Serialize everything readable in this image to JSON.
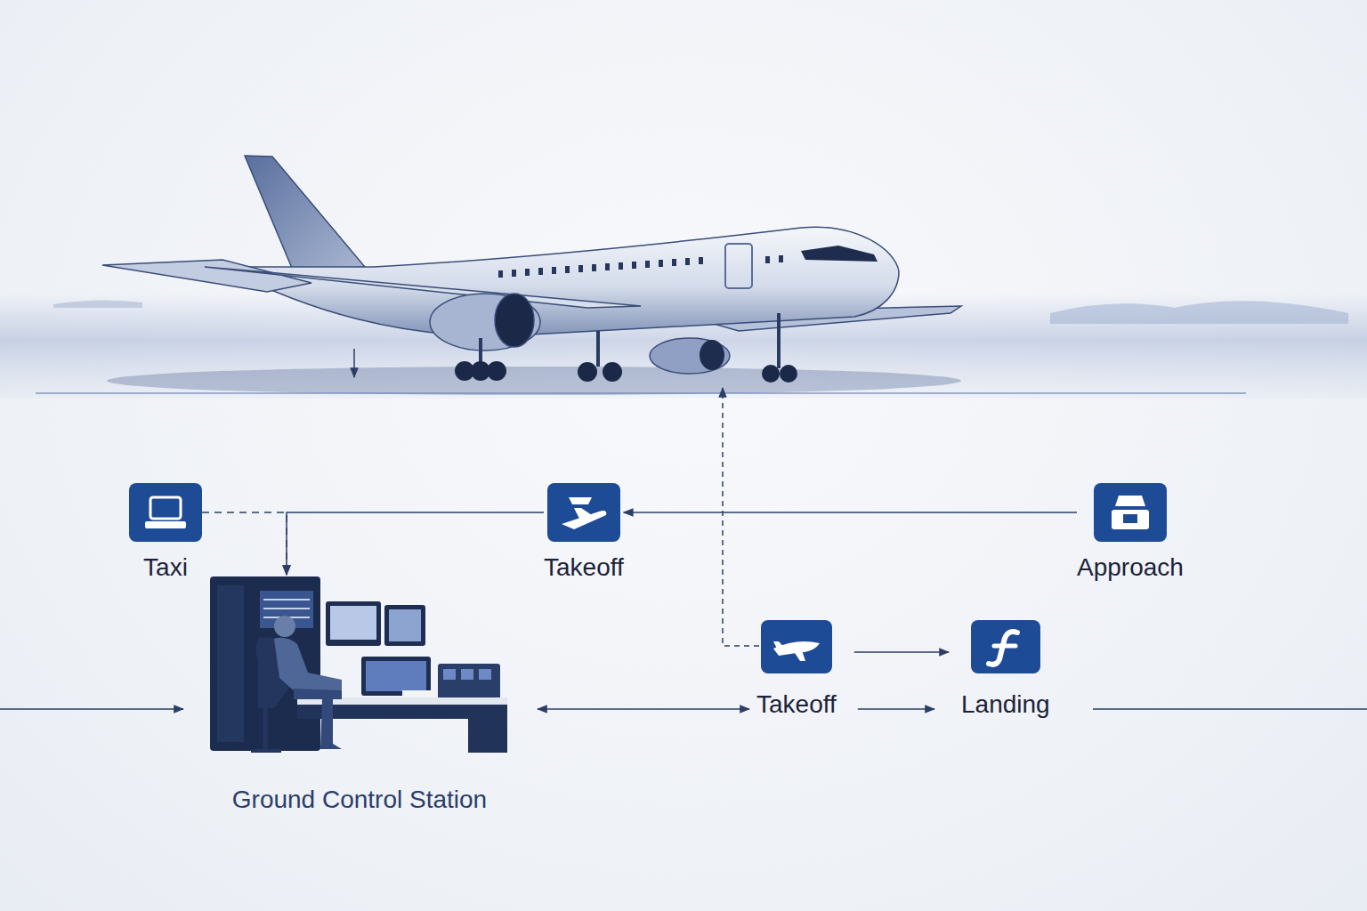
{
  "diagram": {
    "nodes": [
      {
        "text": [
          "Taxi"
        ]
      },
      {
        "text": [
          "Takeoff"
        ]
      },
      {
        "text": [
          "Approach"
        ]
      },
      {
        "text": [
          "Takeoff"
        ]
      },
      {
        "text": [
          "Landing"
        ]
      },
      {
        "text": [
          "Ground Control Station"
        ]
      }
    ],
    "edges": [
      {
        "from": 0,
        "to": 5,
        "arrow": "to"
      },
      {
        "from": 1,
        "to": 5,
        "arrow": "to"
      },
      {
        "from": 2,
        "to": 1,
        "arrow": "to"
      },
      {
        "from": 5,
        "to": 3,
        "arrow": "both"
      },
      {
        "from": 3,
        "to": 4,
        "arrow": "to"
      }
    ]
  }
}
